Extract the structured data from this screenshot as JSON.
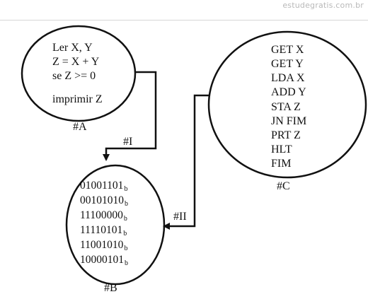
{
  "watermark": "estudegratis.com.br",
  "nodeA": {
    "lines": [
      "Ler X, Y",
      "Z = X + Y",
      "se Z >= 0",
      "imprimir Z"
    ],
    "label": "#A"
  },
  "nodeB": {
    "lines": [
      {
        "bits": "01001101",
        "suffix": "b"
      },
      {
        "bits": "00101010",
        "suffix": "b"
      },
      {
        "bits": "11100000",
        "suffix": "b"
      },
      {
        "bits": "11110101",
        "suffix": "b"
      },
      {
        "bits": "11001010",
        "suffix": "b"
      },
      {
        "bits": "10000101",
        "suffix": "b"
      }
    ],
    "label": "#B"
  },
  "nodeC": {
    "lines": [
      "GET X",
      "GET Y",
      "LDA X",
      "ADD Y",
      "STA Z",
      "JN FIM",
      "PRT Z",
      "HLT",
      "FIM"
    ],
    "label": "#C"
  },
  "edges": {
    "I": "#I",
    "II": "#II"
  }
}
